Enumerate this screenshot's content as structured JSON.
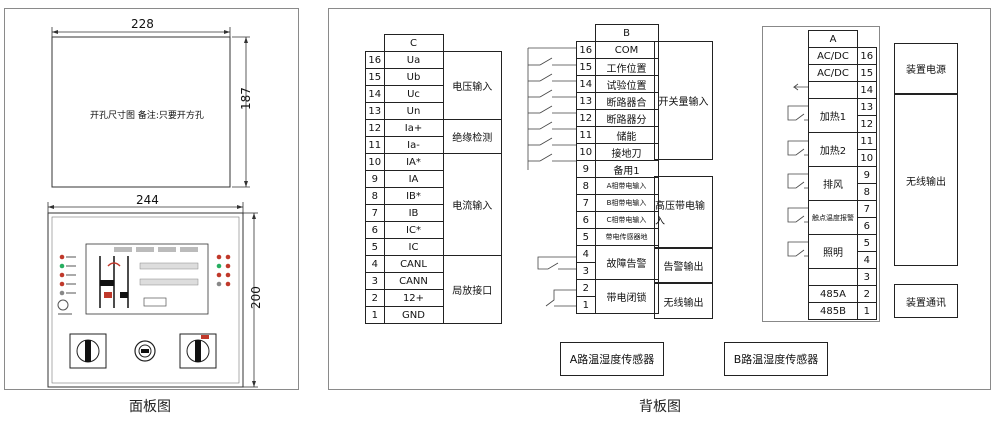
{
  "captions": {
    "front": "面板图",
    "back": "背板图"
  },
  "front": {
    "cutout": {
      "width": "228",
      "height": "187",
      "note": "开孔尺寸图 备注:只要开方孔"
    },
    "panel": {
      "width": "244",
      "height": "200"
    }
  },
  "terminal_c": {
    "header": "C",
    "pins": [
      "16",
      "15",
      "14",
      "13",
      "12",
      "11",
      "10",
      "9",
      "8",
      "7",
      "6",
      "5",
      "4",
      "3",
      "2",
      "1"
    ],
    "labels": [
      "Ua",
      "Ub",
      "Uc",
      "Un",
      "Ia+",
      "Ia-",
      "IA*",
      "IA",
      "IB*",
      "IB",
      "IC*",
      "IC",
      "CANL",
      "CANN",
      "12+",
      "GND"
    ],
    "groups": [
      "电压输入",
      "绝缘检测",
      "电流输入",
      "局放接口"
    ]
  },
  "terminal_b": {
    "header": "B",
    "pins": [
      "16",
      "15",
      "14",
      "13",
      "12",
      "11",
      "10",
      "9",
      "8",
      "7",
      "6",
      "5",
      "4",
      "3",
      "2",
      "1"
    ],
    "labels": [
      "COM",
      "工作位置",
      "试验位置",
      "断路器合",
      "断路器分",
      "储能",
      "接地刀",
      "备用1",
      "A相带电输入",
      "B相带电输入",
      "C相带电输入",
      "带电传感器地",
      "故障告警",
      "",
      "带电闭锁",
      ""
    ],
    "groups": [
      "开关量输入",
      "高压带电输入",
      "告警输出",
      "无线输出"
    ]
  },
  "terminal_a": {
    "header": "A",
    "pins": [
      "16",
      "15",
      "14",
      "13",
      "12",
      "11",
      "10",
      "9",
      "8",
      "7",
      "6",
      "5",
      "4",
      "3",
      "2",
      "1"
    ],
    "labels": [
      "AC/DC",
      "AC/DC",
      "",
      "加热1",
      "",
      "加热2",
      "",
      "排风",
      "",
      "触点温度报警",
      "",
      "照明",
      "",
      "",
      "485A",
      "485B"
    ],
    "groups": [
      "装置电源",
      "无线输出",
      "装置通讯"
    ]
  },
  "sensors": {
    "a": "A路温湿度传感器",
    "b": "B路温湿度传感器"
  }
}
